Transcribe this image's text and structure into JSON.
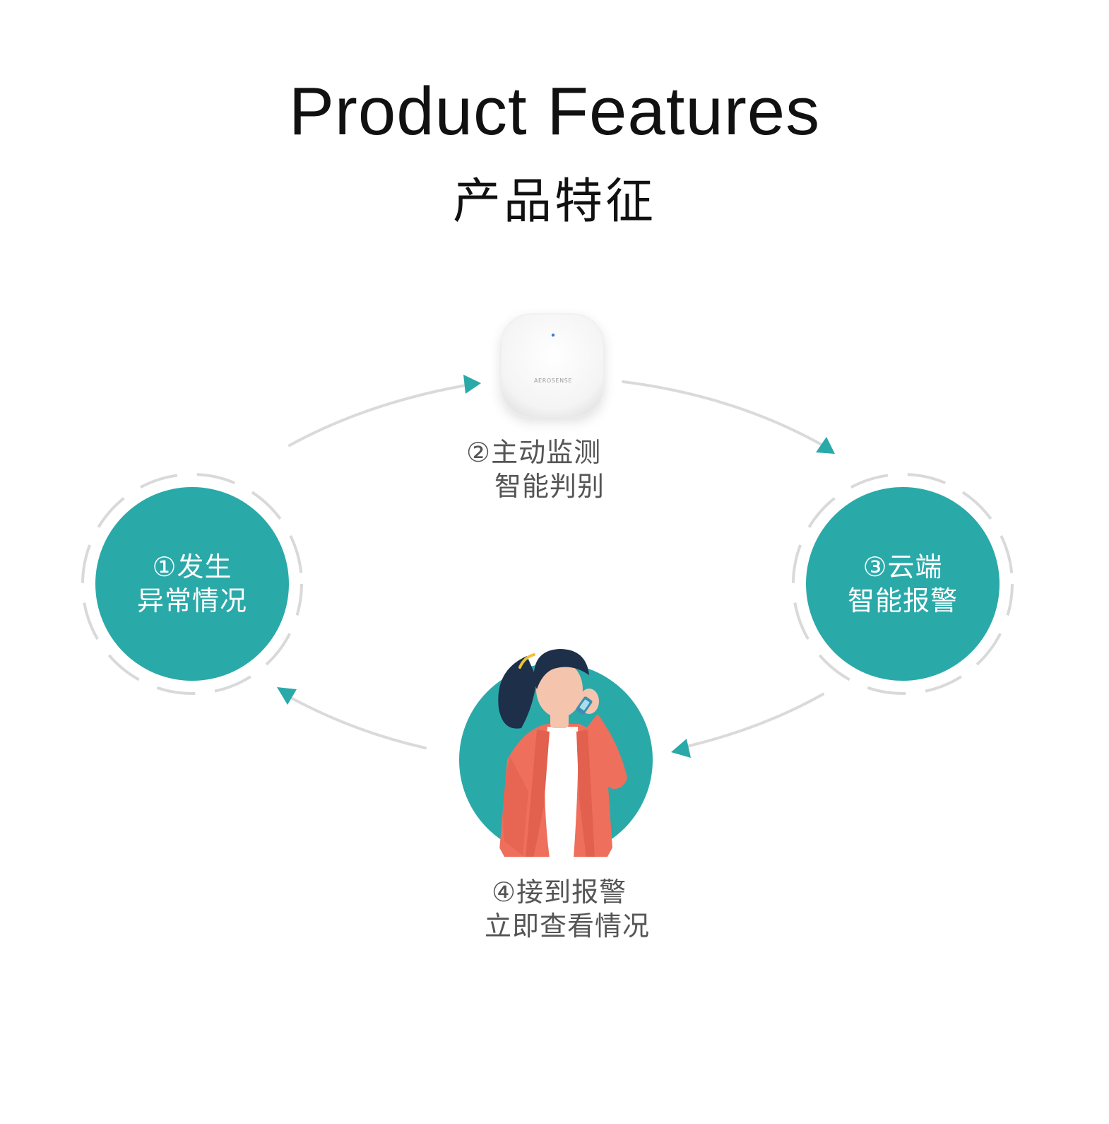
{
  "header": {
    "title_en": "Product Features",
    "title_zh": "产品特征"
  },
  "device": {
    "brand": "AEROSENSE"
  },
  "steps": [
    {
      "line1": "①发生",
      "line2": "异常情况"
    },
    {
      "line1": "②主动监测",
      "line2": "智能判别"
    },
    {
      "line1": "③云端",
      "line2": "智能报警"
    },
    {
      "line1": "④接到报警",
      "line2": "立即查看情况"
    }
  ],
  "colors": {
    "teal": "#2aa9a9",
    "arrow_teal": "#2aa9a9",
    "arc_grey": "#d9d9d9",
    "jacket": "#ee6f5c",
    "hair": "#1d2f49",
    "skin": "#f4c4ad",
    "device_white": "#f6f6f6"
  }
}
